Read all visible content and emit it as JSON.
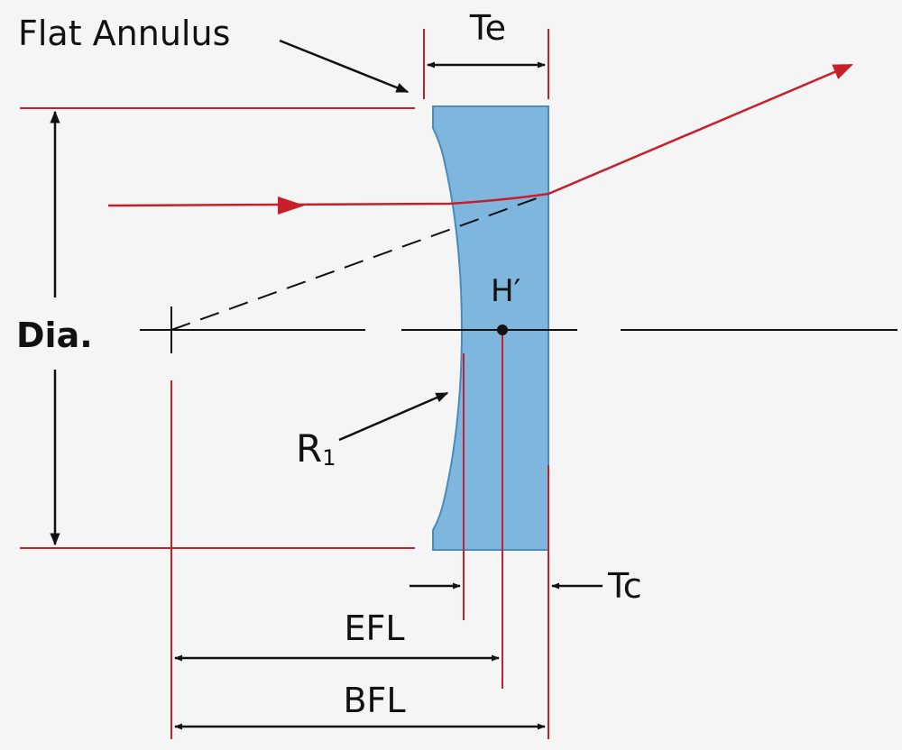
{
  "diagram": {
    "type": "plano-concave lens cross-section",
    "labels": {
      "flat_annulus": "Flat Annulus",
      "edge_thickness": "Te",
      "diameter": "Dia.",
      "principal_point": "H′",
      "radius": "R",
      "radius_subscript": "1",
      "center_thickness": "Tc",
      "effective_focal_length": "EFL",
      "back_focal_length": "BFL"
    },
    "colors": {
      "lens_fill": "#7fb6dd",
      "lens_stroke": "#4a8bbf",
      "ray": "#c8202a",
      "dimension_line_red": "#c8202a",
      "line_black": "#111111",
      "background": "#f4f5f4"
    }
  }
}
